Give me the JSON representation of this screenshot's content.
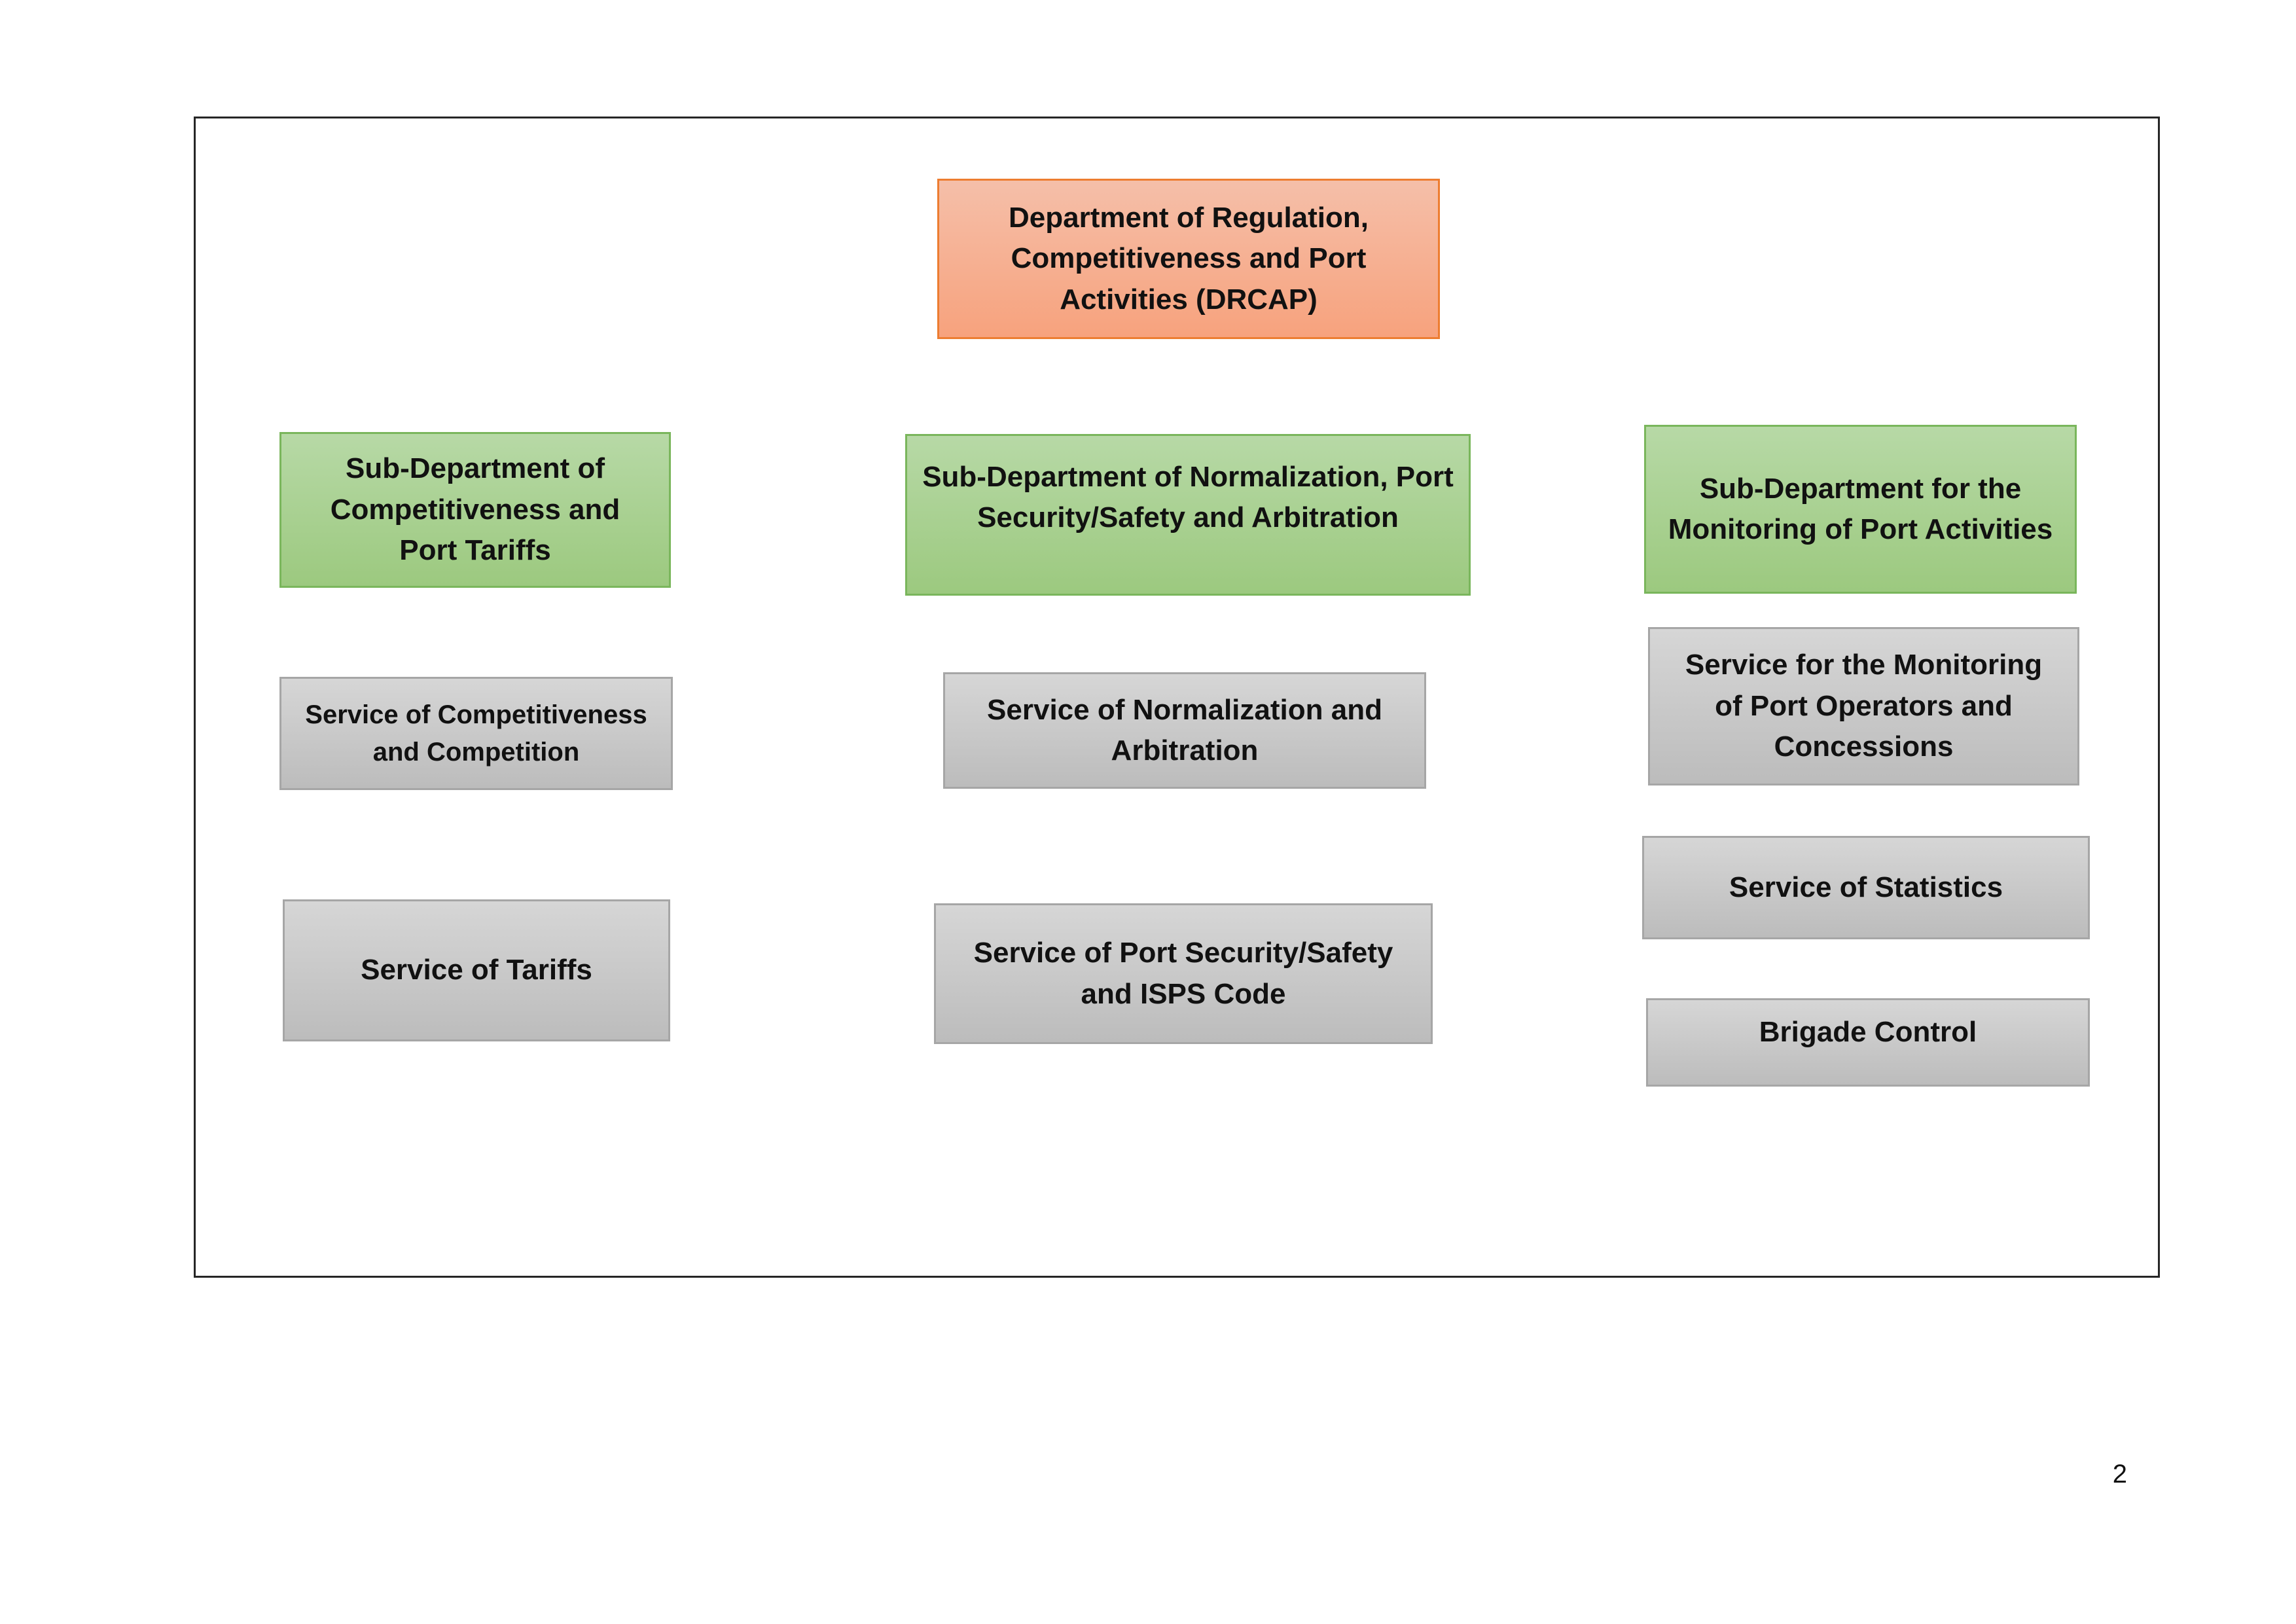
{
  "diagram": {
    "department": "Department of Regulation, Competitiveness and Port Activities (DRCAP)",
    "columns": [
      {
        "sub_department": "Sub-Department of Competitiveness and Port Tariffs",
        "services": [
          "Service of Competitiveness and Competition",
          "Service of Tariffs"
        ]
      },
      {
        "sub_department": "Sub-Department of Normalization, Port Security/Safety and Arbitration",
        "services": [
          "Service of Normalization and Arbitration",
          "Service of Port Security/Safety and ISPS Code"
        ]
      },
      {
        "sub_department": "Sub-Department for the Monitoring of Port Activities",
        "services": [
          "Service for the Monitoring of Port Operators and Concessions",
          "Service of Statistics",
          "Brigade Control"
        ]
      }
    ]
  },
  "page": {
    "number": "2"
  },
  "colors": {
    "department_fill": "#f7a27d",
    "department_border": "#ed7d31",
    "sub_department_fill": "#a9d18e",
    "sub_department_border": "#7ab65c",
    "service_fill": "#c9c9c9",
    "service_border": "#a6a6a6"
  }
}
